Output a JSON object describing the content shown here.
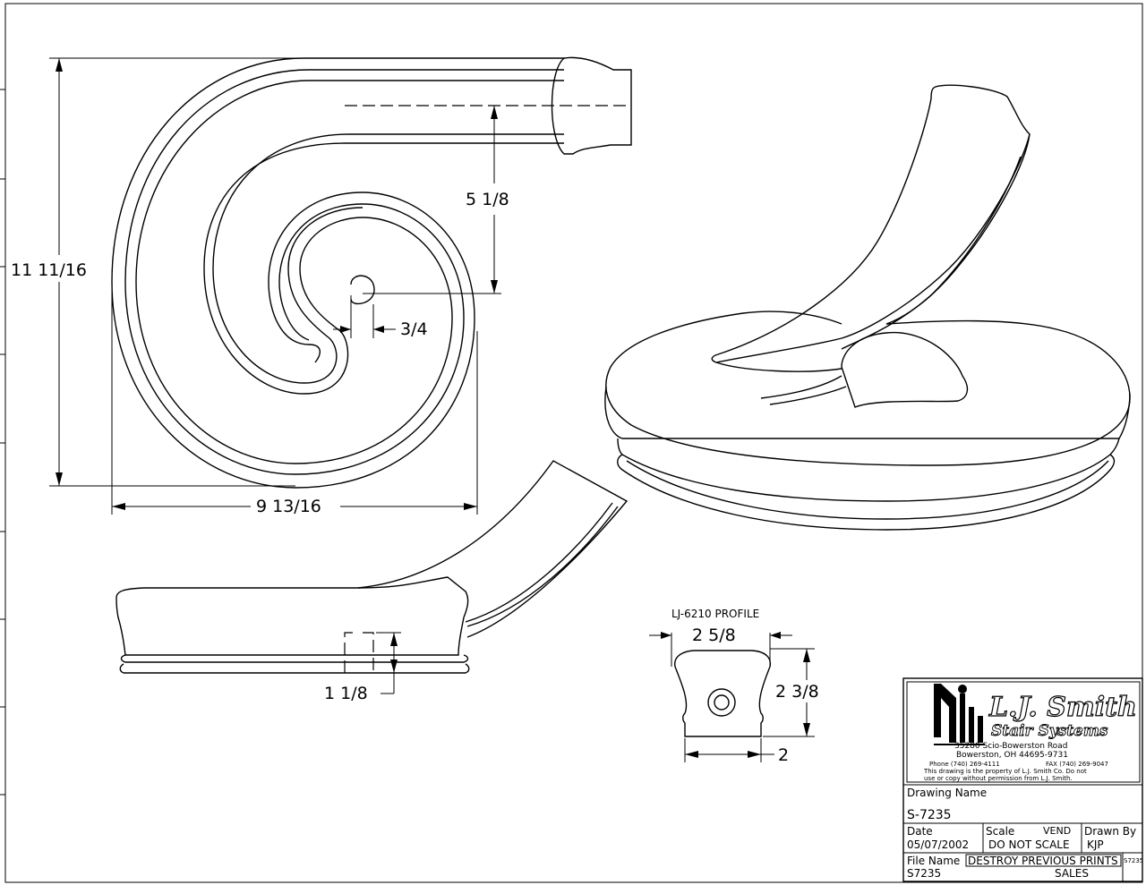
{
  "drawing": {
    "dimensions": {
      "overall_height": "11  11/16",
      "overall_width": "9  13/16",
      "center_offset": "5  1/8",
      "eye_width": "3/4",
      "base_height": "1  1/8",
      "profile_width": "2  5/8",
      "profile_height": "2  3/8",
      "profile_base": "2"
    },
    "profile_label": "LJ-6210  PROFILE"
  },
  "title_block": {
    "company_name_line1": "L.J. Smith",
    "company_name_line2": "Stair Systems",
    "address_line1": "35280  Scio-Bowerston  Road",
    "address_line2": "Bowerston,  OH  44695-9731",
    "phone": "Phone  (740)  269-4111",
    "fax": "FAX  (740)  269-9047",
    "notice_line1": "This  drawing  is  the  property  of  L.J.  Smith  Co.  Do  not",
    "notice_line2": "use  or  copy  without  permission  from  L.J.  Smith.",
    "drawing_name_label": "Drawing  Name",
    "drawing_name": "S-7235",
    "date_label": "Date",
    "date": "05/07/2002",
    "scale_label": "Scale",
    "scale_vend": "VEND",
    "scale_value": "DO  NOT  SCALE",
    "drawn_by_label": "Drawn  By",
    "drawn_by": "KJP",
    "file_name_label": "File  Name",
    "file_name": "S7235",
    "destroy_notice": "DESTROY  PREVIOUS  PRINTS",
    "sales": "SALES",
    "mini_id": "S7235"
  }
}
